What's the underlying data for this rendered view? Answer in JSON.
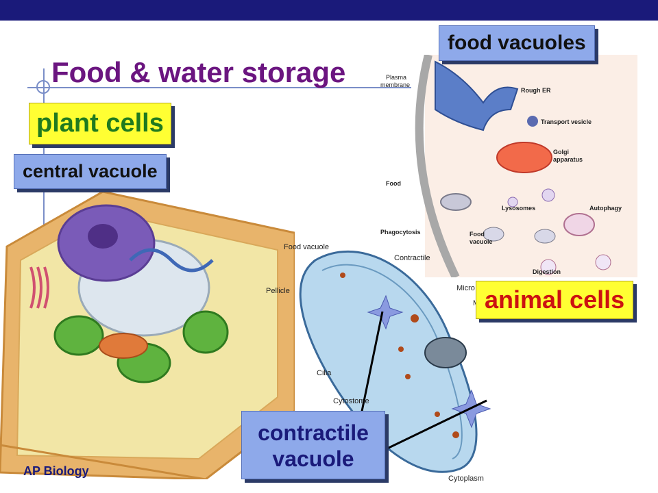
{
  "slide": {
    "title": "Food & water storage",
    "footer": "AP Biology"
  },
  "labels": {
    "plant_cells": "plant cells",
    "central_vacuole": "central vacuole",
    "food_vacuoles": "food vacuoles",
    "animal_cells": "animal cells",
    "contractile_line1": "contractile",
    "contractile_line2": "vacuole"
  },
  "animal_diagram": {
    "plasma_membrane_1": "Plasma",
    "plasma_membrane_2": "membrane",
    "rough_er": "Rough ER",
    "transport_vesicle": "Transport vesicle",
    "golgi_1": "Golgi",
    "golgi_2": "apparatus",
    "food": "Food",
    "lysosomes": "Lysosomes",
    "autophagy": "Autophagy",
    "phagocytosis": "Phagocytosis",
    "food_vacuole_1": "Food",
    "food_vacuole_2": "vacuole",
    "digestion": "Digestion"
  },
  "paramecium_diagram": {
    "food_vacuole": "Food vacuole",
    "contractile": "Contractile",
    "pellicle": "Pellicle",
    "micro": "Micro",
    "macro": "M",
    "cilia": "Cilia",
    "cytostome": "Cytostome",
    "cytoplasm": "Cytoplasm"
  },
  "colors": {
    "title": "#6b1580",
    "top_bar": "#1a1a7a",
    "label_box_blue": "#8ea9ea",
    "label_box_yellow": "#ffff33",
    "plant_label_text": "#1f7a1f",
    "animal_label_text": "#cc1111",
    "contractile_label_text": "#1a1a7a"
  }
}
